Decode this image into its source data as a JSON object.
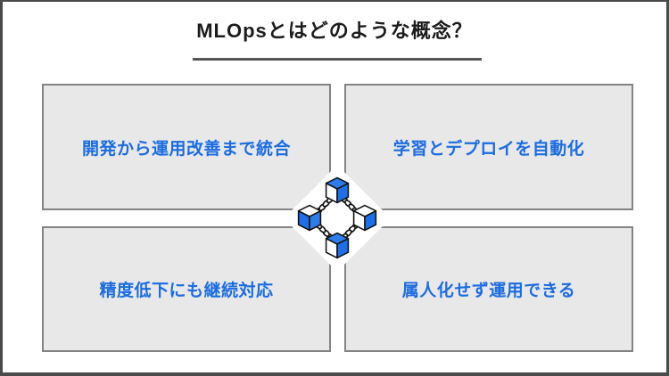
{
  "slide": {
    "title": "MLOpsとはどのような概念？",
    "cards": [
      {
        "label": "開発から運用改善まで統合"
      },
      {
        "label": "学習とデプロイを自動化"
      },
      {
        "label": "精度低下にも継続対応"
      },
      {
        "label": "属人化せず運用できる"
      }
    ],
    "center_icon": "blockchain-icon",
    "colors": {
      "accent_text": "#1b6ce1",
      "card_background": "#e8e8e8",
      "card_border": "#848484",
      "frame_border": "#4a4a4a",
      "cube_blue": "#1e6ee8"
    }
  }
}
